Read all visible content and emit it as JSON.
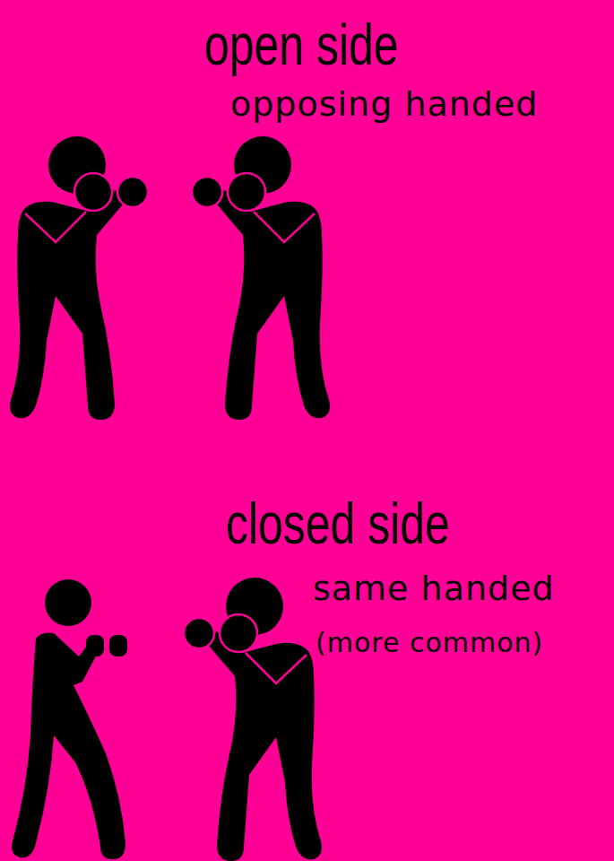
{
  "diagram": {
    "labels": [
      "open side",
      "opposing handed",
      "closed side",
      "same handed",
      "(more common)"
    ]
  }
}
